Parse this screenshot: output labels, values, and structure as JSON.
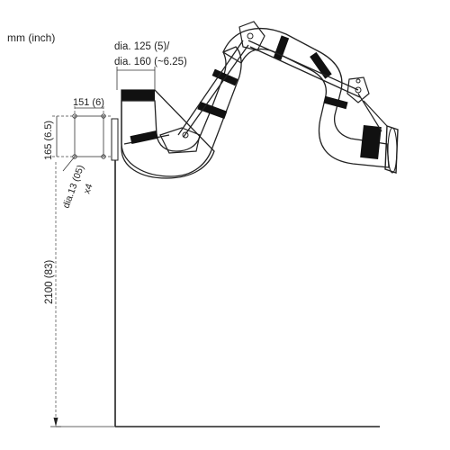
{
  "unit_note": "mm (inch)",
  "dims": {
    "duct_dia_line1": "dia. 125 (5)/",
    "duct_dia_line2": "dia. 160 (~6.25)",
    "plate_width": "151 (6)",
    "plate_height": "165 (6.5)",
    "hole_dia": "dia.13 (05)",
    "hole_count": "x4",
    "mount_height": "2100 (83)"
  },
  "colors": {
    "ink": "#222222",
    "band": "#111111",
    "background": "#ffffff"
  }
}
